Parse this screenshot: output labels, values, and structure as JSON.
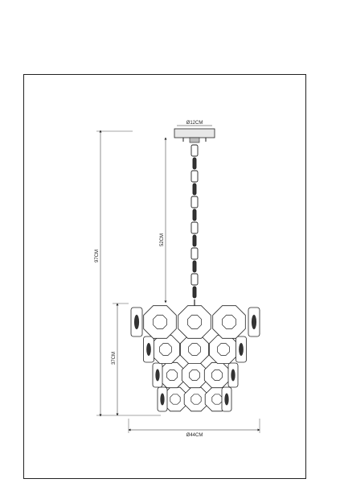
{
  "dimensions": {
    "canopy_diameter": "Ø12CM",
    "chain_length": "52CM",
    "total_height": "97CM",
    "shade_height": "37CM",
    "shade_diameter": "Ø44CM"
  },
  "colors": {
    "line": "#222222",
    "shade_fill": "#ffffff",
    "canopy_fill": "#e8e8e8"
  }
}
